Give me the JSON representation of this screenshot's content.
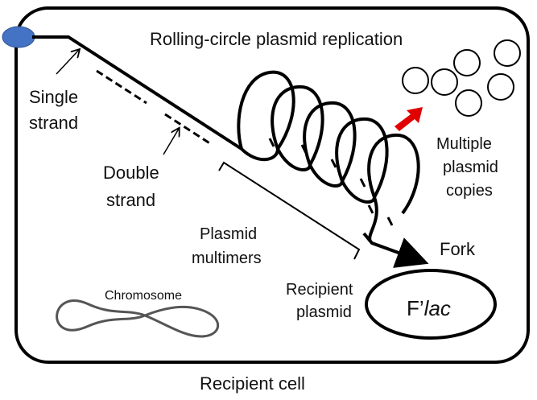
{
  "title": "Rolling-circle plasmid replication",
  "labels": {
    "single_strand": [
      "Single",
      "strand"
    ],
    "double_strand": [
      "Double",
      "strand"
    ],
    "plasmid_multimers": [
      "Plasmid",
      "multimers"
    ],
    "multiple_copies": [
      "Multiple",
      "plasmid",
      "copies"
    ],
    "fork": "Fork",
    "recipient_plasmid": [
      "Recipient",
      "plasmid"
    ],
    "chromosome": "Chromosome",
    "flac_prefix": "F’",
    "flac_italic": "lac",
    "recipient_cell": "Recipient cell"
  },
  "colors": {
    "outline": "#000000",
    "attachment_point": "#4472C4",
    "arrow": "#E00000",
    "chromosome": "#555555"
  },
  "icons": {
    "attachment": "blue-ellipse",
    "copies": "circle",
    "direction": "red-arrow"
  }
}
